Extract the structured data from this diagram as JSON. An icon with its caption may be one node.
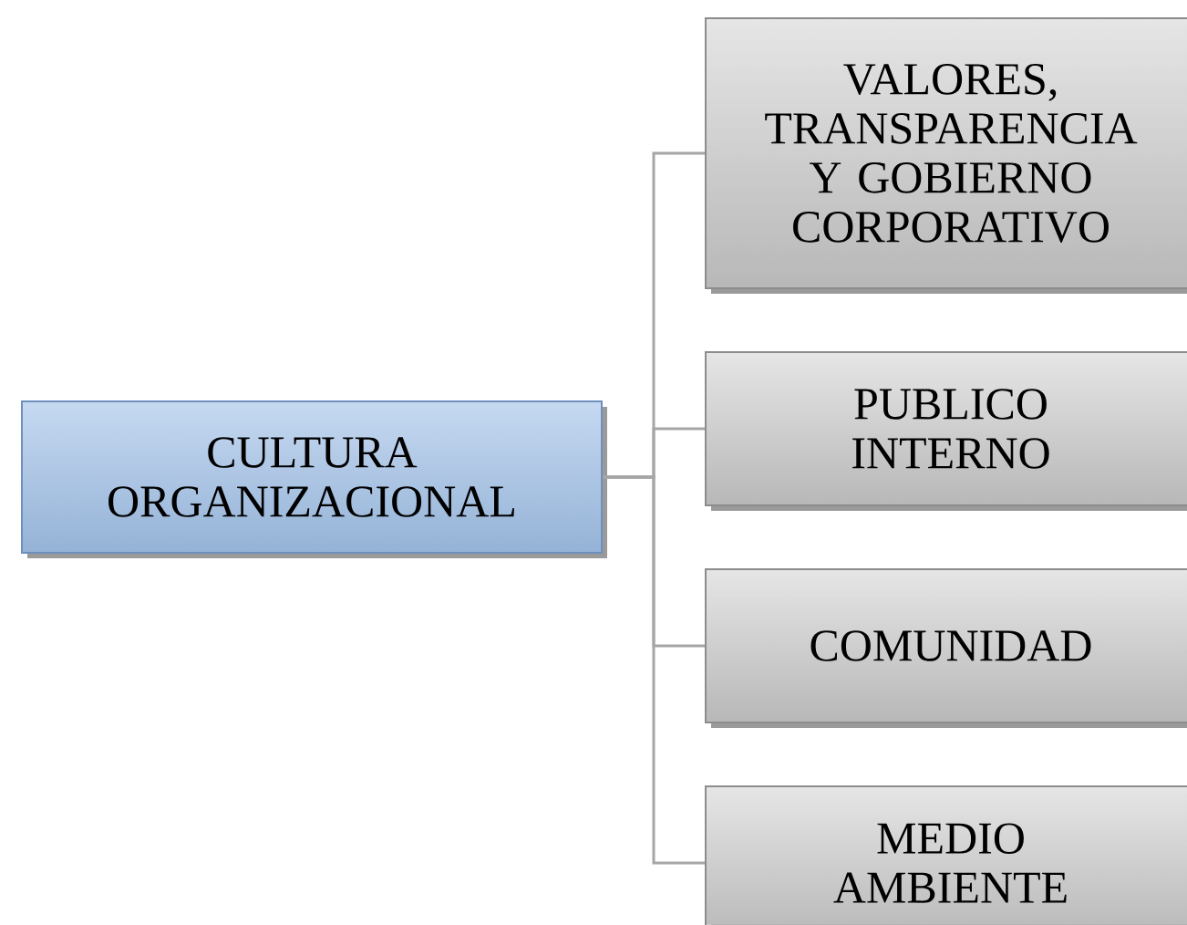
{
  "diagram": {
    "nodes": [
      {
        "text": [
          "CULTURA ORGANIZACIONAL"
        ]
      },
      {
        "text": [
          "VALORES, TRANSPARENCIA Y GOBIERNO CORPORATIVO"
        ]
      },
      {
        "text": [
          "PUBLICO INTERNO"
        ]
      },
      {
        "text": [
          "COMUNIDAD"
        ]
      },
      {
        "text": [
          "MEDIO AMBIENTE"
        ]
      }
    ],
    "edges": [
      {
        "from": 0,
        "to": 1,
        "arrow": "none"
      },
      {
        "from": 0,
        "to": 2,
        "arrow": "none"
      },
      {
        "from": 0,
        "to": 3,
        "arrow": "none"
      },
      {
        "from": 0,
        "to": 4,
        "arrow": "none"
      }
    ]
  }
}
